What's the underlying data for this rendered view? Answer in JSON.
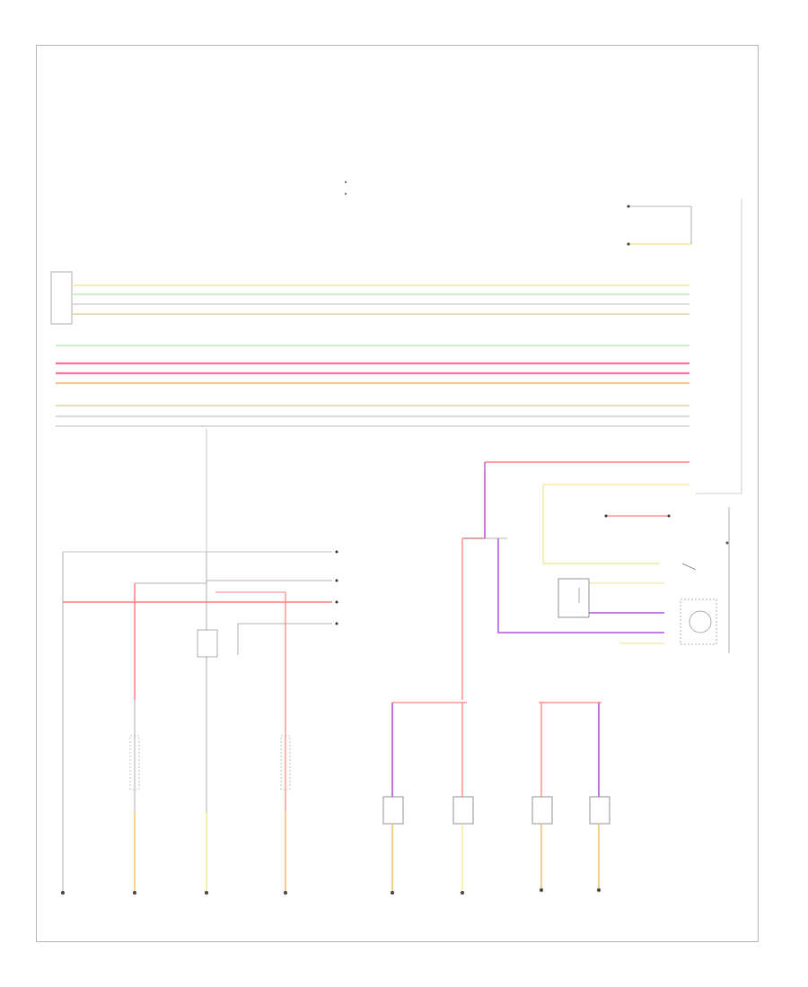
{
  "legend": {
    "lines": []
  },
  "diagram": {
    "components": [
      {
        "id": "connector-block-left",
        "label": ""
      },
      {
        "id": "dimmer-switch",
        "label": ""
      },
      {
        "id": "rear-control-module",
        "label": ""
      }
    ],
    "wire_colors": {
      "yellow": "#f3e89a",
      "green": "#b7ecb7",
      "gray": "#cfcfcf",
      "pink": "#ff6f9c",
      "red": "#ff7f7f",
      "orange": "#ffc28a",
      "tan": "#e8cfa0",
      "violet": "#b455d6",
      "black": "#9a9a9a"
    },
    "footer": ""
  }
}
